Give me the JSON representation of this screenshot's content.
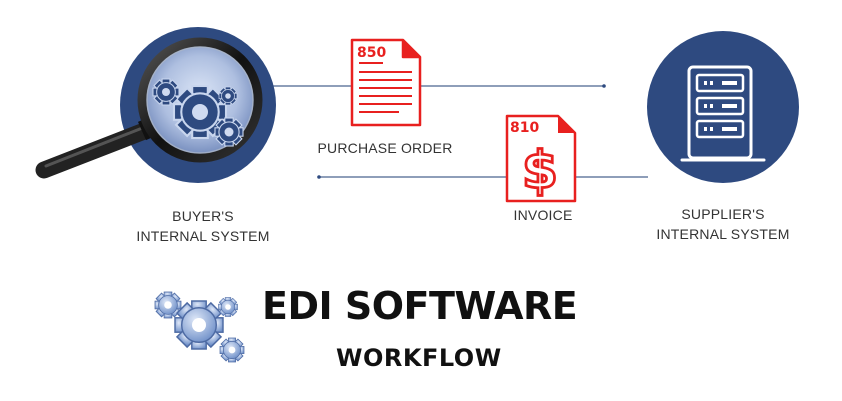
{
  "nodes": {
    "buyer": {
      "line1": "BUYER'S",
      "line2": "INTERNAL SYSTEM"
    },
    "supplier": {
      "line1": "SUPPLIER'S",
      "line2": "INTERNAL SYSTEM"
    }
  },
  "documents": {
    "purchase_order": {
      "code": "850",
      "label": "PURCHASE ORDER"
    },
    "invoice": {
      "code": "810",
      "label": "INVOICE",
      "symbol": "$"
    }
  },
  "heading": {
    "title": "EDI SOFTWARE",
    "subtitle": "WORKFLOW"
  },
  "colors": {
    "navy": "#2e4a80",
    "document_red": "#e8201f",
    "gear_blue": "#7a97cc",
    "line": "#3f5c91"
  },
  "icons": {
    "buyer": "magnifying-glass-gears-icon",
    "supplier": "server-rack-icon",
    "brand": "gears-icon"
  }
}
